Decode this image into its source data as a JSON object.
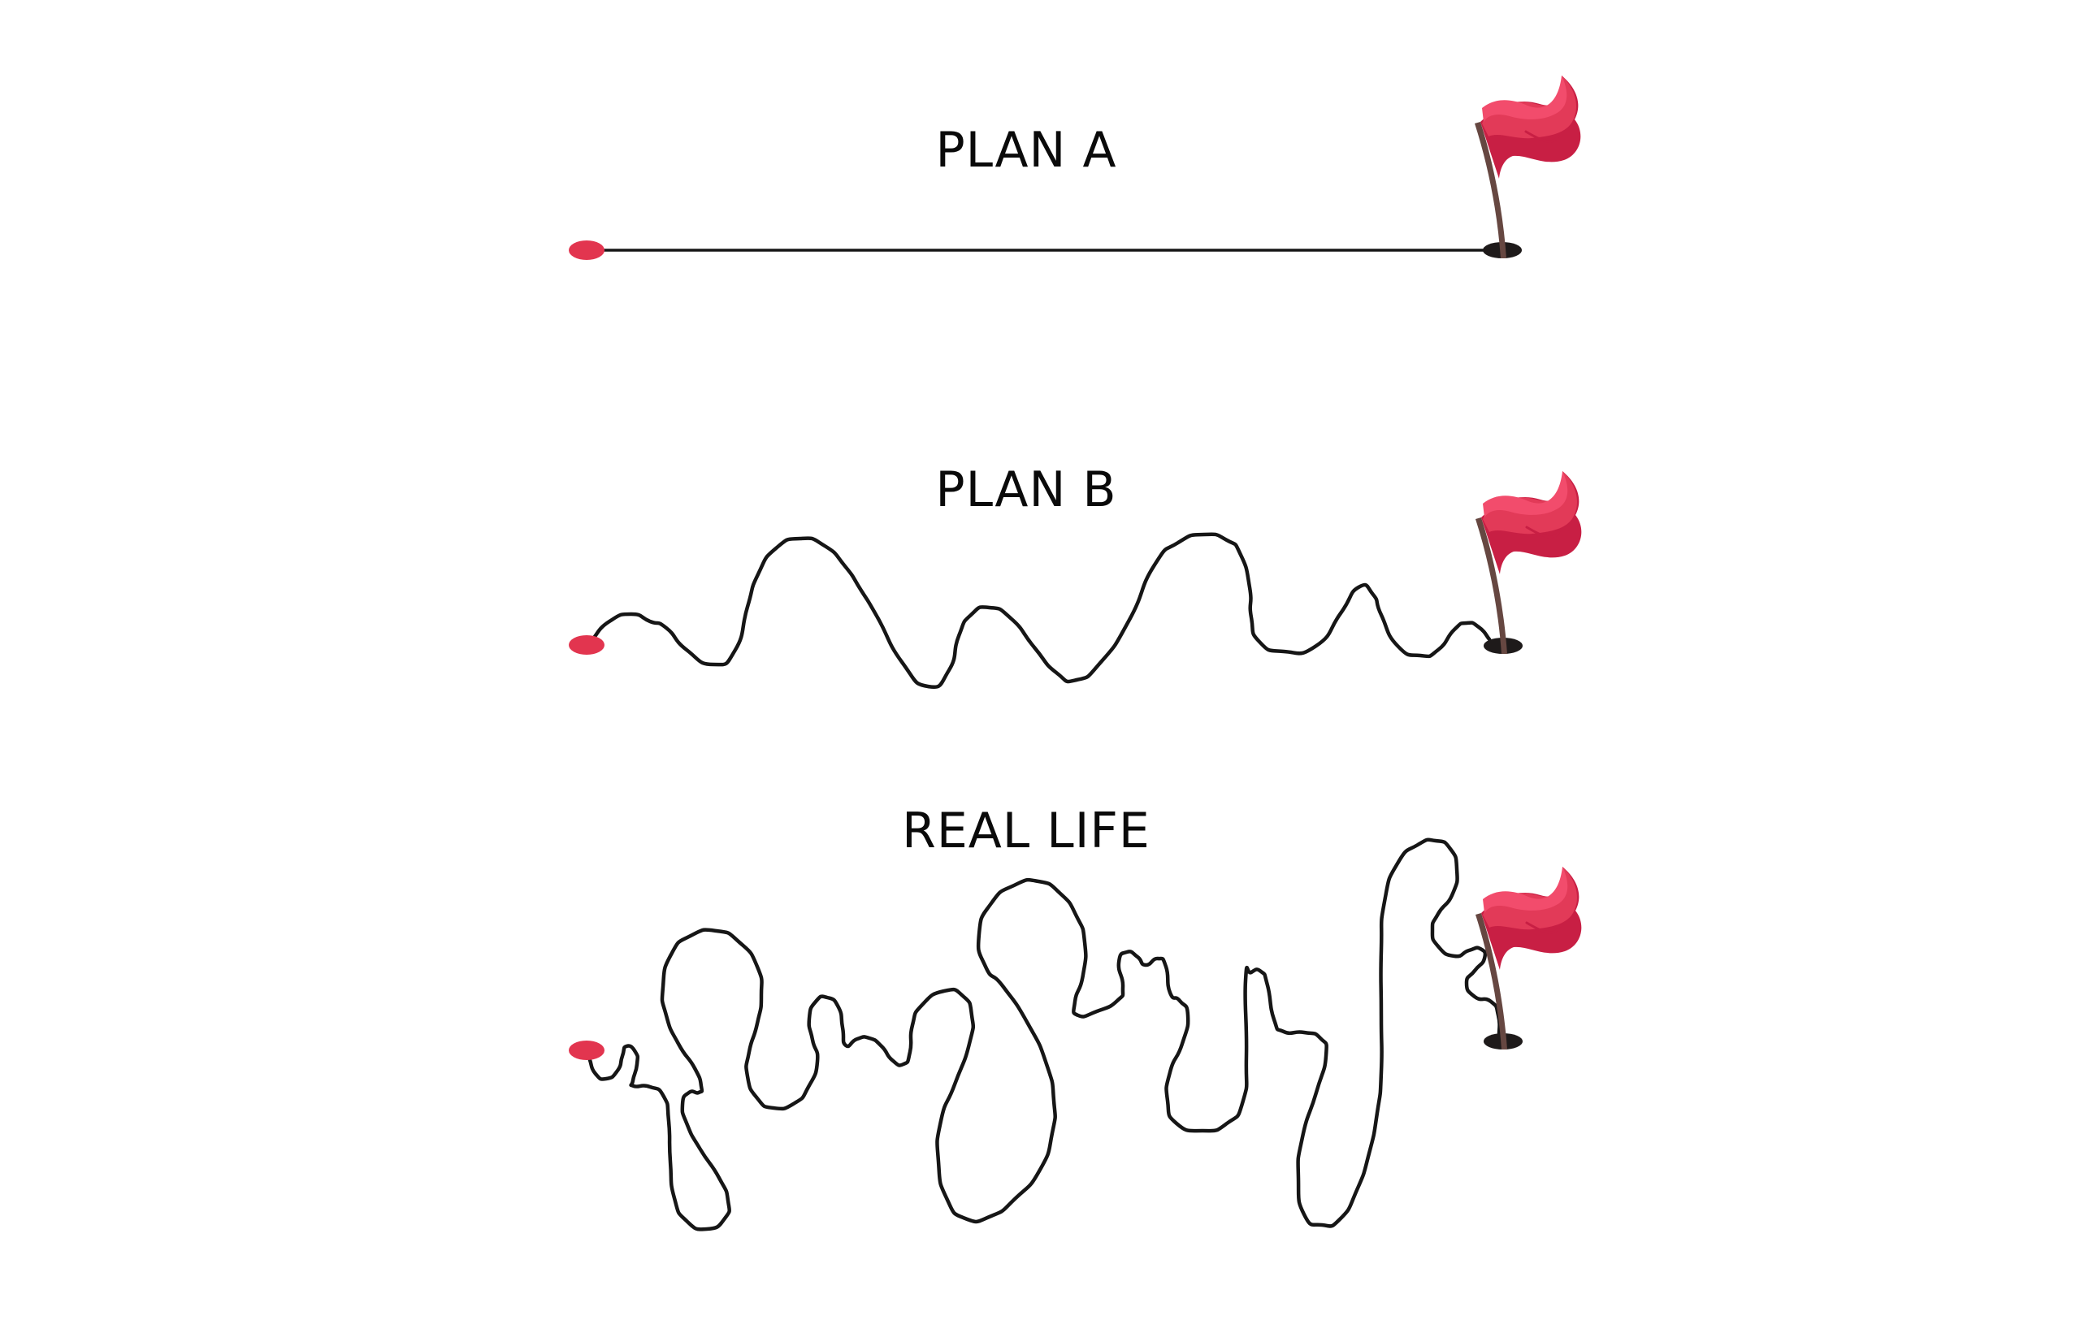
{
  "illustration": {
    "colors": {
      "background": "#ffffff",
      "path": "#161616",
      "start_dot": "#E2354F",
      "hole": "#1E1A1A",
      "pole": "#664741",
      "flag_light": "#F24C6C",
      "flag_mid": "#E23A58",
      "flag_dark": "#C81F44"
    },
    "panels": [
      {
        "id": "plan-a",
        "title": "PLAN A",
        "path_style": "straight"
      },
      {
        "id": "plan-b",
        "title": "PLAN B",
        "path_style": "wavy"
      },
      {
        "id": "real-life",
        "title": "REAL LIFE",
        "path_style": "tangled"
      }
    ]
  }
}
